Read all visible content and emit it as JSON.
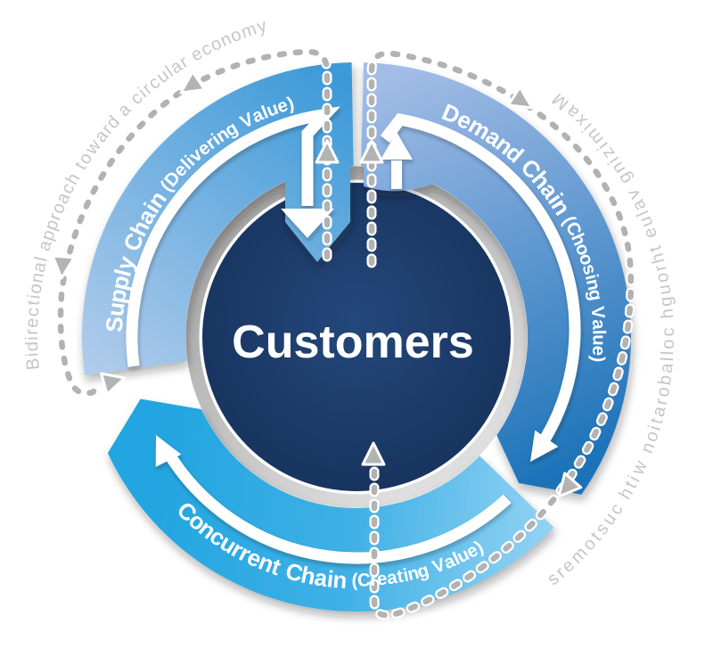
{
  "center": {
    "label": "Customers"
  },
  "chains": {
    "supply": {
      "label": "Supply Chain",
      "sublabel": "(Delivering Value)"
    },
    "demand": {
      "label": "Demand Chain",
      "sublabel": "(Choosing Value)"
    },
    "concurrent": {
      "label": "Concurrent Chain",
      "sublabel": "(Creating Value)"
    }
  },
  "annotations": {
    "circular_economy": "Bidirectional approach toward a circular economy",
    "collaboration": "Maximizing value through collaboration with customers"
  },
  "colors": {
    "hub_navy": "#1c3c6c",
    "hub_ring_gray": "#c0c0c0",
    "supply_light": "#b4cdec",
    "supply_bright": "#3d9ad8",
    "demand_light": "#a2bce6",
    "demand_dark": "#1a72b8",
    "concurrent_bright": "#22a5e0",
    "concurrent_light": "#94d3f3",
    "arrow_white": "#ffffff",
    "dash_gray": "#b2b2b2",
    "annotation_gray": "#c6c6c6"
  }
}
